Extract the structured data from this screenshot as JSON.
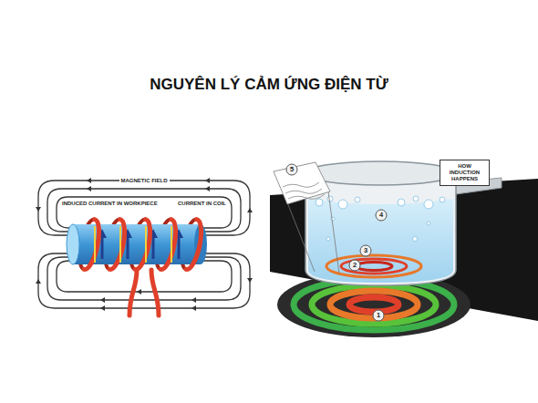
{
  "diagram": {
    "title": "NGUYÊN LÝ CẢM ỨNG ĐIỆN TỪ",
    "nodes": [
      {
        "text": [
          "HOW INDUCTION HAPPENS"
        ]
      },
      {
        "text": [
          "5"
        ]
      },
      {
        "text": [
          "4"
        ]
      },
      {
        "text": [
          "3"
        ]
      },
      {
        "text": [
          "2"
        ]
      },
      {
        "text": [
          "1"
        ]
      }
    ],
    "labels": [
      "MAGNETIC FIELD",
      "INDUCED CURRENT IN WORKPIECE",
      "CURRENT IN COIL"
    ]
  }
}
